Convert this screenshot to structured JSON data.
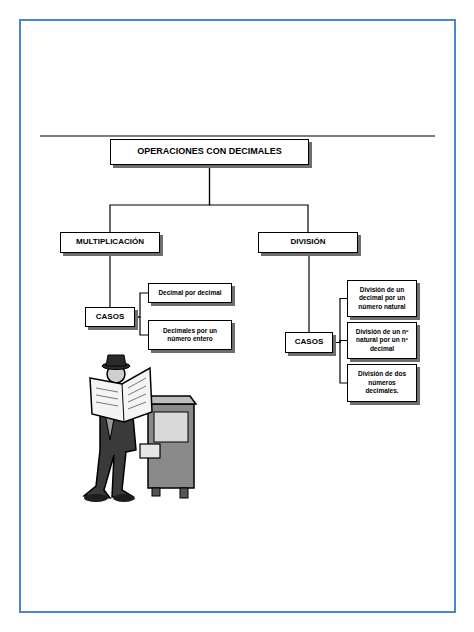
{
  "diagram": {
    "nodes": [
      {
        "text": [
          "OPERACIONES CON DECIMALES"
        ]
      },
      {
        "text": [
          "MULTIPLICACIÓN"
        ]
      },
      {
        "text": [
          "DIVISIÓN"
        ]
      },
      {
        "text": [
          "CASOS"
        ]
      },
      {
        "text": [
          "Decimal por decimal"
        ]
      },
      {
        "text": [
          "Decimales por un número entero"
        ]
      },
      {
        "text": [
          "CASOS"
        ]
      },
      {
        "text": [
          "División de un decimal por un número natural"
        ]
      },
      {
        "text": [
          "División de un nº natural por un nº decimal"
        ]
      },
      {
        "text": [
          "División de dos números decimales."
        ]
      }
    ],
    "edges": [
      {
        "from": 0,
        "to": 1,
        "arrow": "none"
      },
      {
        "from": 0,
        "to": 2,
        "arrow": "none"
      },
      {
        "from": 1,
        "to": 3,
        "arrow": "none"
      },
      {
        "from": 3,
        "to": 4,
        "arrow": "none"
      },
      {
        "from": 3,
        "to": 5,
        "arrow": "none"
      },
      {
        "from": 2,
        "to": 6,
        "arrow": "none"
      },
      {
        "from": 6,
        "to": 7,
        "arrow": "none"
      },
      {
        "from": 6,
        "to": 8,
        "arrow": "none"
      },
      {
        "from": 6,
        "to": 9,
        "arrow": "none"
      }
    ]
  }
}
